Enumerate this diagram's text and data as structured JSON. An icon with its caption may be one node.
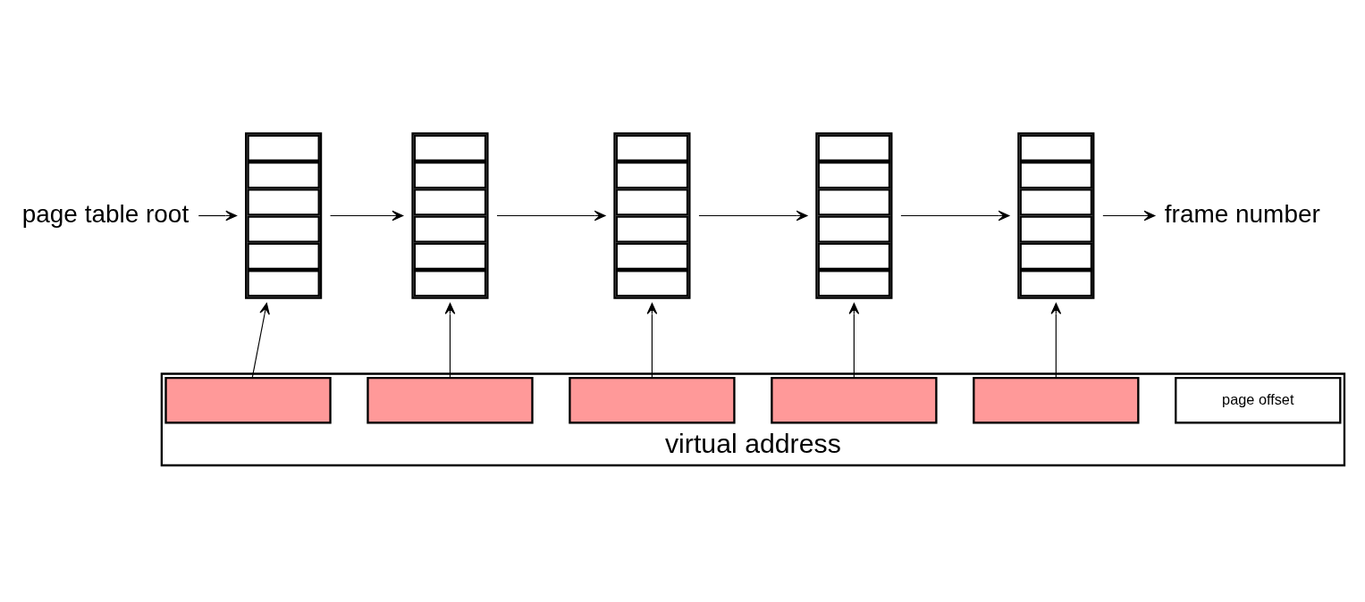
{
  "diagram": {
    "nodes": [
      {
        "text": [
          "page table root"
        ]
      },
      {
        "text": [],
        "shape": "table"
      },
      {
        "text": [],
        "shape": "table"
      },
      {
        "text": [],
        "shape": "table"
      },
      {
        "text": [],
        "shape": "table"
      },
      {
        "text": [],
        "shape": "table"
      },
      {
        "text": [
          "frame number"
        ]
      },
      {
        "text": [
          "virtual address"
        ]
      },
      {
        "text": [],
        "shape": "box",
        "in": 7
      },
      {
        "text": [],
        "shape": "box",
        "in": 7
      },
      {
        "text": [],
        "shape": "box",
        "in": 7
      },
      {
        "text": [],
        "shape": "box",
        "in": 7
      },
      {
        "text": [],
        "shape": "box",
        "in": 7
      },
      {
        "text": [
          "page offset"
        ],
        "in": 7
      }
    ],
    "edges": [
      {
        "from": 0,
        "to": 1,
        "arrow": "to"
      },
      {
        "from": 8,
        "to": 1,
        "arrow": "to"
      },
      {
        "from": 1,
        "to": 2,
        "arrow": "to"
      },
      {
        "from": 9,
        "to": 2,
        "arrow": "to"
      },
      {
        "from": 2,
        "to": 3,
        "arrow": "to"
      },
      {
        "from": 10,
        "to": 3,
        "arrow": "to"
      },
      {
        "from": 3,
        "to": 4,
        "arrow": "to"
      },
      {
        "from": 11,
        "to": 4,
        "arrow": "to"
      },
      {
        "from": 4,
        "to": 5,
        "arrow": "to"
      },
      {
        "from": 12,
        "to": 5,
        "arrow": "to"
      },
      {
        "from": 5,
        "to": 6,
        "arrow": "to"
      }
    ]
  }
}
